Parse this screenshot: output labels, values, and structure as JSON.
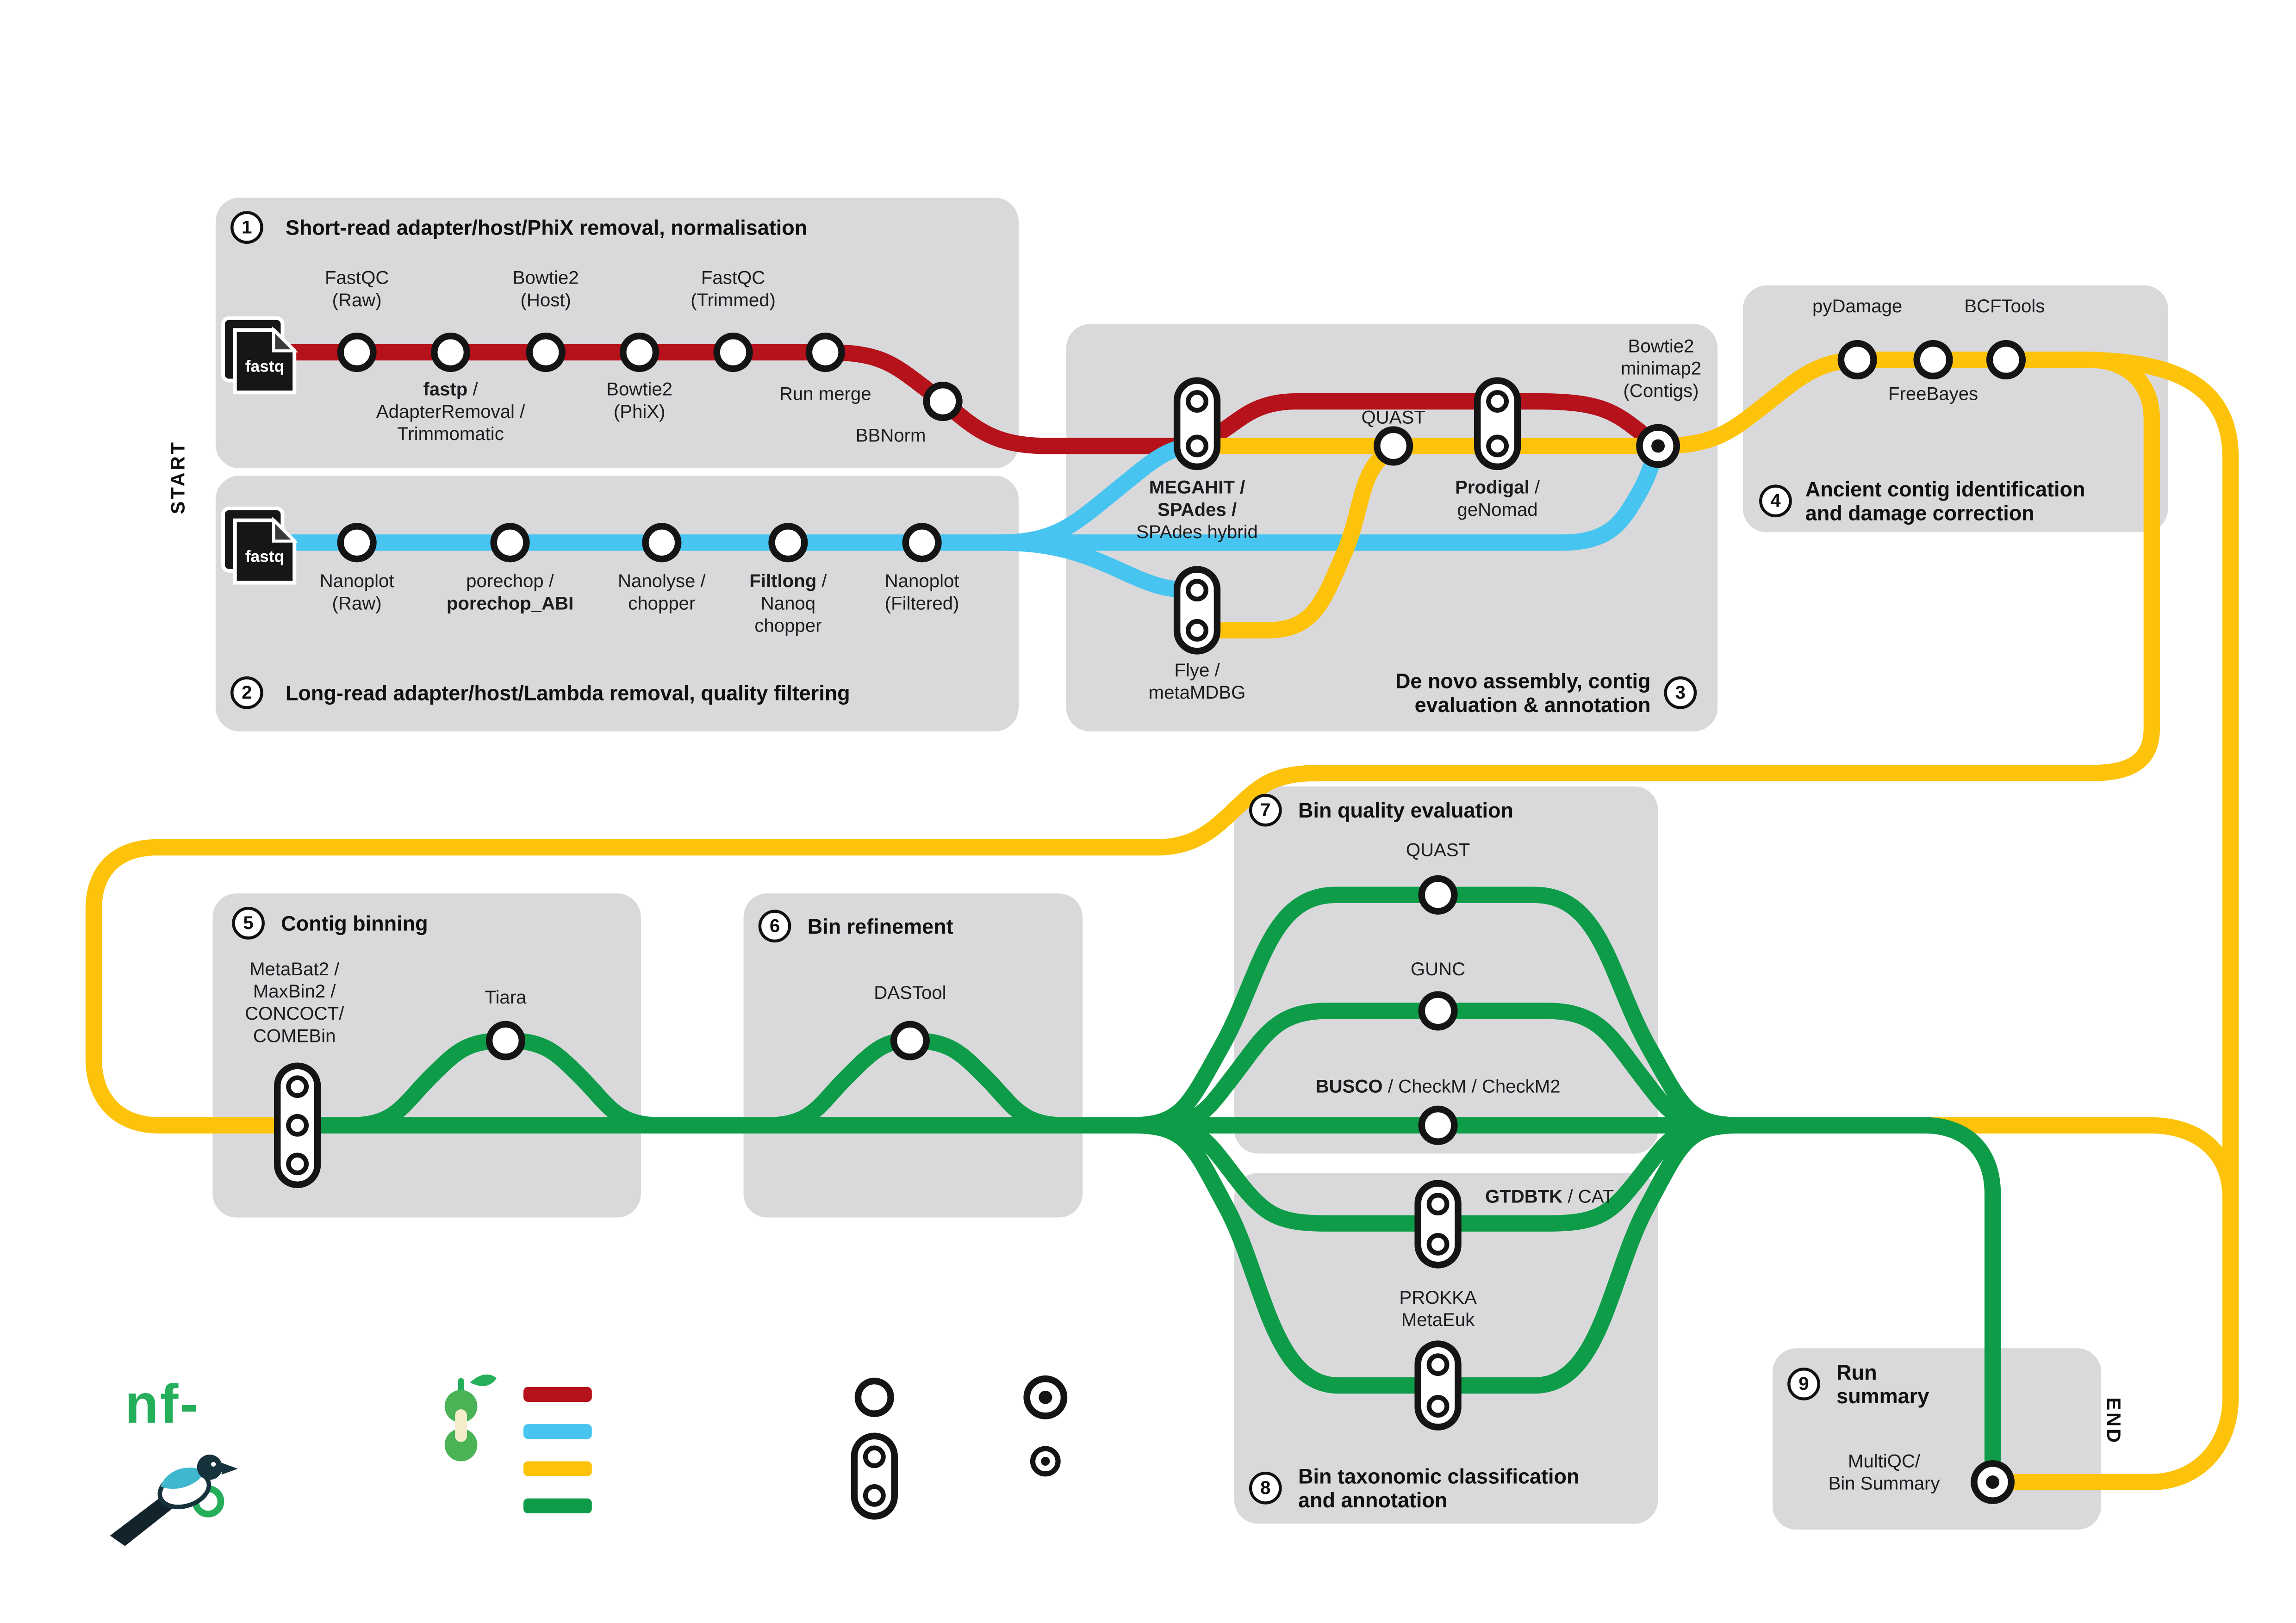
{
  "colors": {
    "line_red": "#b5121b",
    "line_blue": "#47c4f0",
    "line_yellow": "#fdc30b",
    "line_green": "#0f9c49",
    "box_gray": "#d9d9dc"
  },
  "sections": {
    "s1": {
      "num": "1",
      "title": "Short-read adapter/host/PhiX removal, normalisation"
    },
    "s2": {
      "num": "2",
      "title": "Long-read adapter/host/Lambda removal, quality filtering"
    },
    "s3": {
      "num": "3",
      "title": "De novo assembly, contig\nevaluation & annotation"
    },
    "s4": {
      "num": "4",
      "title": "Ancient contig identification\nand damage correction"
    },
    "s5": {
      "num": "5",
      "title": "Contig binning"
    },
    "s6": {
      "num": "6",
      "title": "Bin refinement"
    },
    "s7": {
      "num": "7",
      "title": "Bin quality evaluation"
    },
    "s8": {
      "num": "8",
      "title": "Bin taxonomic classification\nand annotation"
    },
    "s9": {
      "num": "9",
      "title": "Run\nsummary"
    }
  },
  "stations": {
    "fastqc_raw": "FastQC\n(Raw)",
    "fastp_b": "fastp",
    "fastp_r": " /\nAdapterRemoval /\nTrimmomatic",
    "bowtie2_host": "Bowtie2\n(Host)",
    "bowtie2_phix": "Bowtie2\n(PhiX)",
    "fastqc_trimmed": "FastQC\n(Trimmed)",
    "run_merge": "Run merge",
    "bbnorm": "BBNorm",
    "nanoplot_raw": "Nanoplot\n(Raw)",
    "porechop_r": "porechop /\n",
    "porechop_b": "porechop_ABI",
    "nanolyse": "Nanolyse /\nchopper",
    "filtlong_b": "Filtlong",
    "filtlong_r": " /\nNanoq\nchopper",
    "nanoplot_filtered": "Nanoplot\n(Filtered)",
    "megahit_b": "MEGAHIT /\nSPAdes /",
    "megahit_r": "\nSPAdes hybrid",
    "quast_assembly": "QUAST",
    "prodigal_b": "Prodigal",
    "prodigal_r": " /\ngeNomad",
    "flye": "Flye /\nmetaMDBG",
    "bowtie2_contigs": "Bowtie2\nminimap2\n(Contigs)",
    "pydamage": "pyDamage",
    "freebayes": "FreeBayes",
    "bcftools": "BCFTools",
    "binners": "MetaBat2 /\nMaxBin2 /\nCONCOCT/\nCOMEBin",
    "tiara": "Tiara",
    "dastool": "DASTool",
    "quast_bins": "QUAST",
    "gunc": "GUNC",
    "busco_b": "BUSCO",
    "busco_r": " / CheckM / CheckM2",
    "gtdbtk_b": "GTDBTK",
    "gtdbtk_r": " / CAT",
    "prokka": "PROKKA\nMetaEuk",
    "multiqc": "MultiQC/\nBin Summary"
  },
  "misc": {
    "start": "START",
    "end": "END",
    "fastq_label": "fastq",
    "logo_text": "nf-"
  }
}
